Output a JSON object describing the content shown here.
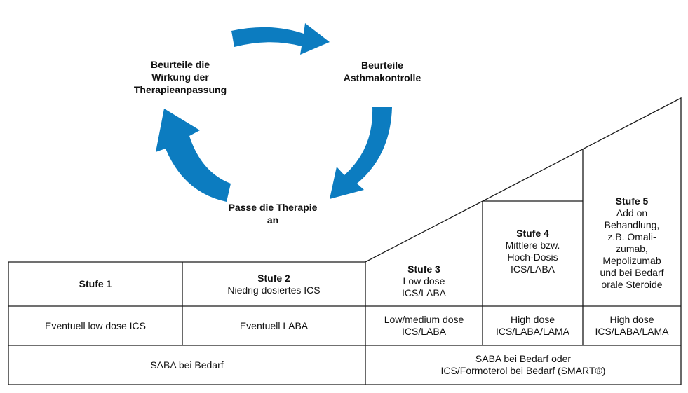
{
  "colors": {
    "arrow": "#0C7CC0",
    "line": "#1a1a1a",
    "background": "#ffffff"
  },
  "cycle": {
    "assess_control": "Beurteile\nAsthmakontrolle",
    "adjust_therapy": "Passe die Therapie\nan",
    "assess_response": "Beurteile die\nWirkung der\nTherapieanpassung"
  },
  "steps": [
    {
      "title": "Stufe 1",
      "desc": "",
      "alternative": "Eventuell low dose ICS"
    },
    {
      "title": "Stufe 2",
      "desc": "Niedrig dosiertes ICS",
      "alternative": "Eventuell LABA"
    },
    {
      "title": "Stufe 3",
      "desc": "Low dose\nICS/LABA",
      "alternative": "Low/medium dose\nICS/LABA"
    },
    {
      "title": "Stufe 4",
      "desc": "Mittlere bzw.\nHoch-Dosis\nICS/LABA",
      "alternative": "High dose\nICS/LABA/LAMA"
    },
    {
      "title": "Stufe 5",
      "desc": "Add on\nBehandlung,\nz.B. Omali-\nzumab,\nMepolizumab\nund bei Bedarf\norale Steroide",
      "alternative": "High dose\nICS/LABA/LAMA"
    }
  ],
  "reliever": {
    "steps_1_2": "SABA bei Bedarf",
    "steps_3_5": "SABA bei Bedarf oder\nICS/Formoterol bei Bedarf (SMART®)"
  }
}
